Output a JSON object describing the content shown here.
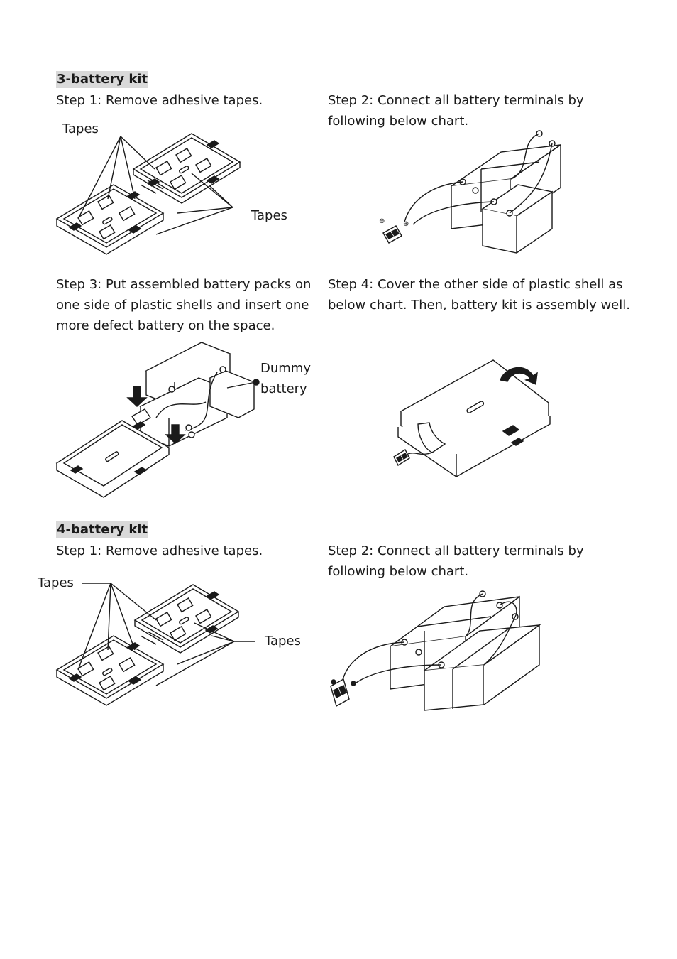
{
  "kit3": {
    "heading": "3-battery kit",
    "step1": {
      "text": "Step 1: Remove adhesive tapes.",
      "label_tapes_top": "Tapes",
      "label_tapes_right": "Tapes"
    },
    "step2": {
      "line1": "Step 2: Connect all battery terminals by",
      "line2": "following below chart."
    },
    "step3": {
      "line1": "Step 3: Put assembled battery packs on",
      "line2": "one side of plastic shells and insert one",
      "line3": "more defect battery on the space.",
      "label_dummy_1": "Dummy",
      "label_dummy_2": "battery"
    },
    "step4": {
      "line1": "Step 4: Cover the other side of plastic shell as",
      "line2": "below chart. Then, battery kit is assembly well."
    }
  },
  "kit4": {
    "heading": "4-battery kit",
    "step1": {
      "text": "Step 1: Remove adhesive tapes.",
      "label_tapes_left": "Tapes",
      "label_tapes_right": "Tapes"
    },
    "step2": {
      "line1": "Step 2: Connect all battery terminals by",
      "line2": "following below chart."
    }
  },
  "colors": {
    "heading_highlight": "#d9d9d9",
    "line_art": "#1a1a1a"
  }
}
